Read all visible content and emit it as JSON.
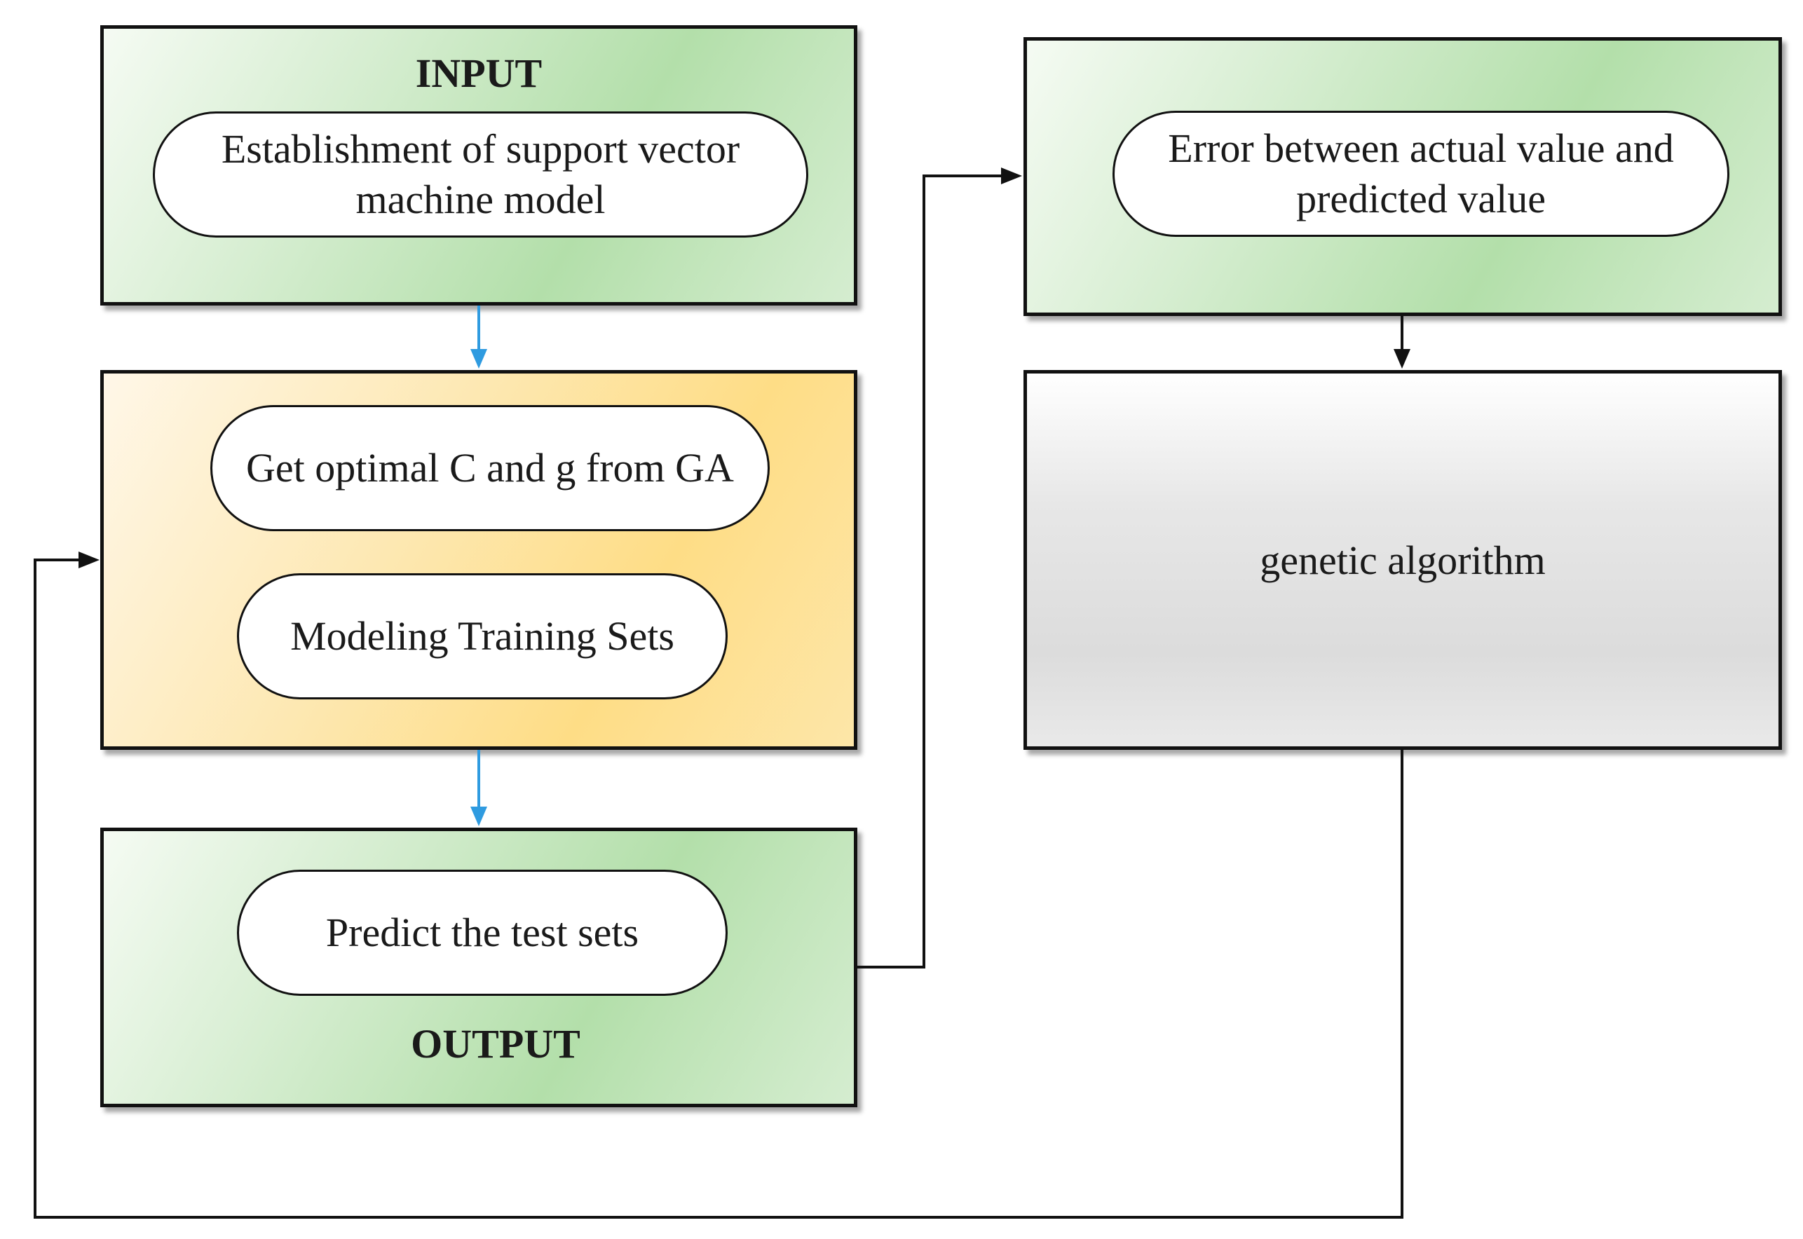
{
  "input_box": {
    "heading": "INPUT",
    "step": "Establishment of support vector machine model"
  },
  "optimize_box": {
    "step_1": "Get optimal C and g from GA",
    "step_2": "Modeling Training Sets"
  },
  "output_box": {
    "step": "Predict the test sets",
    "heading": "OUTPUT"
  },
  "error_box": {
    "step": "Error between actual value and predicted value"
  },
  "ga_box": {
    "label": "genetic algorithm"
  },
  "colors": {
    "arrow_blue": "#2f9be0",
    "arrow_black": "#111111",
    "green_fill": "#b3dfaa",
    "orange_fill": "#fedd86",
    "gray_fill": "#dcdcdc"
  }
}
